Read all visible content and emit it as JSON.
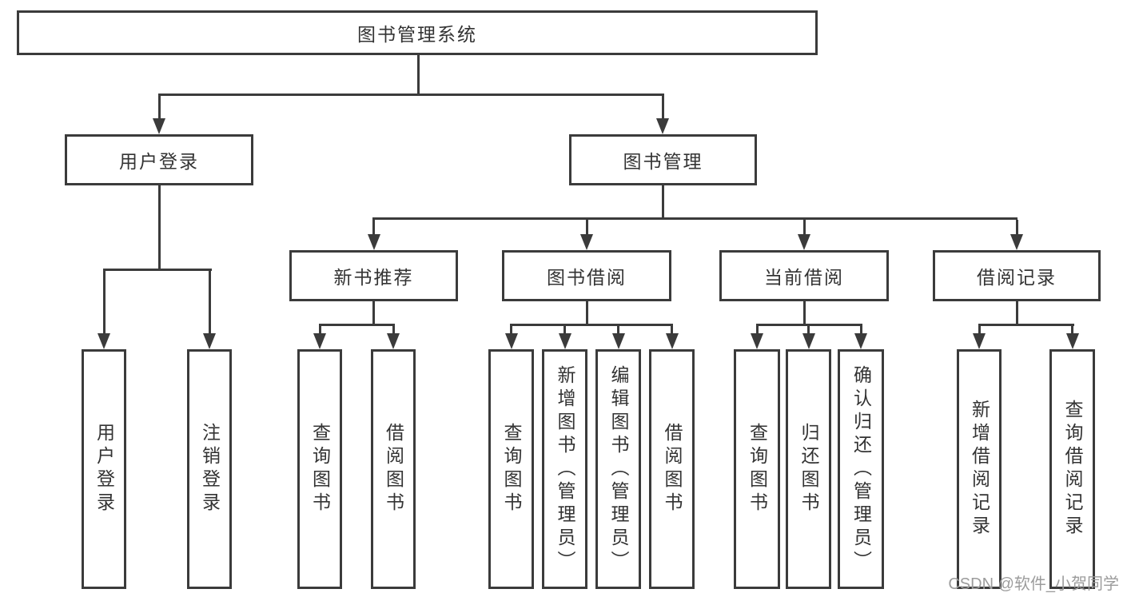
{
  "diagram": {
    "root": {
      "label": "图书管理系统"
    },
    "branches": [
      {
        "label": "用户登录",
        "children": [
          {
            "label": "用户登录"
          },
          {
            "label": "注销登录"
          }
        ]
      },
      {
        "label": "图书管理",
        "children": [
          {
            "label": "新书推荐",
            "children": [
              {
                "label": "查询图书"
              },
              {
                "label": "借阅图书"
              }
            ]
          },
          {
            "label": "图书借阅",
            "children": [
              {
                "label": "查询图书"
              },
              {
                "label": "新增图书（管理员）"
              },
              {
                "label": "编辑图书（管理员）"
              },
              {
                "label": "借阅图书"
              }
            ]
          },
          {
            "label": "当前借阅",
            "children": [
              {
                "label": "查询图书"
              },
              {
                "label": "归还图书"
              },
              {
                "label": "确认归还（管理员）"
              }
            ]
          },
          {
            "label": "借阅记录",
            "children": [
              {
                "label": "新增借阅记录"
              },
              {
                "label": "查询借阅记录"
              }
            ]
          }
        ]
      }
    ]
  },
  "watermark": {
    "text": "CSDN @软件_小贺同学"
  },
  "colors": {
    "line": "#3b3b3b",
    "text": "#333333",
    "watermark_gray": "#9c9c9c",
    "background": "#ffffff"
  }
}
